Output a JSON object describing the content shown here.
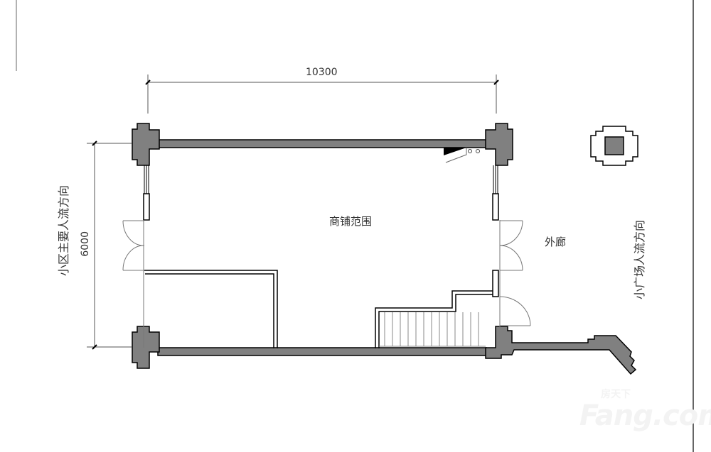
{
  "dimensions": {
    "width": "10300",
    "height": "6000"
  },
  "labels": {
    "shop_area": "商铺范围",
    "corridor": "外廊",
    "left_flow": "小区主要人流方向",
    "right_flow": "小广场人流方向"
  },
  "watermark": {
    "brand": "Fang.com",
    "cn": "房天下"
  },
  "colors": {
    "wall": "#808080",
    "line": "#000000"
  }
}
